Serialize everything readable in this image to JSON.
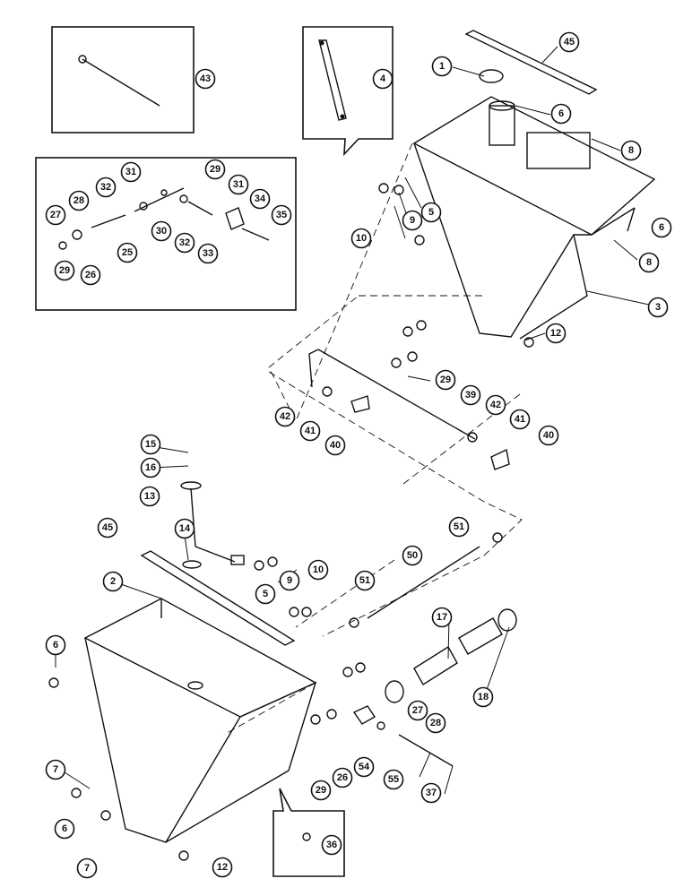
{
  "callouts": [
    {
      "id": "c1",
      "label": "1"
    },
    {
      "id": "c2",
      "label": "2"
    },
    {
      "id": "c3",
      "label": "3"
    },
    {
      "id": "c4",
      "label": "4"
    },
    {
      "id": "c5a",
      "label": "5"
    },
    {
      "id": "c5b",
      "label": "5"
    },
    {
      "id": "c6a",
      "label": "6"
    },
    {
      "id": "c6b",
      "label": "6"
    },
    {
      "id": "c6c",
      "label": "6"
    },
    {
      "id": "c6d",
      "label": "6"
    },
    {
      "id": "c7a",
      "label": "7"
    },
    {
      "id": "c7b",
      "label": "7"
    },
    {
      "id": "c8a",
      "label": "8"
    },
    {
      "id": "c8b",
      "label": "8"
    },
    {
      "id": "c9a",
      "label": "9"
    },
    {
      "id": "c9b",
      "label": "9"
    },
    {
      "id": "c10a",
      "label": "10"
    },
    {
      "id": "c10b",
      "label": "10"
    },
    {
      "id": "c12a",
      "label": "12"
    },
    {
      "id": "c12b",
      "label": "12"
    },
    {
      "id": "c13",
      "label": "13"
    },
    {
      "id": "c14",
      "label": "14"
    },
    {
      "id": "c15",
      "label": "15"
    },
    {
      "id": "c16",
      "label": "16"
    },
    {
      "id": "c17",
      "label": "17"
    },
    {
      "id": "c18",
      "label": "18"
    },
    {
      "id": "c25",
      "label": "25"
    },
    {
      "id": "c26a",
      "label": "26"
    },
    {
      "id": "c26b",
      "label": "26"
    },
    {
      "id": "c27a",
      "label": "27"
    },
    {
      "id": "c27b",
      "label": "27"
    },
    {
      "id": "c28a",
      "label": "28"
    },
    {
      "id": "c28b",
      "label": "28"
    },
    {
      "id": "c29a",
      "label": "29"
    },
    {
      "id": "c29b",
      "label": "29"
    },
    {
      "id": "c29c",
      "label": "29"
    },
    {
      "id": "c29d",
      "label": "29"
    },
    {
      "id": "c30",
      "label": "30"
    },
    {
      "id": "c31a",
      "label": "31"
    },
    {
      "id": "c31b",
      "label": "31"
    },
    {
      "id": "c32a",
      "label": "32"
    },
    {
      "id": "c32b",
      "label": "32"
    },
    {
      "id": "c33",
      "label": "33"
    },
    {
      "id": "c34",
      "label": "34"
    },
    {
      "id": "c35",
      "label": "35"
    },
    {
      "id": "c36",
      "label": "36"
    },
    {
      "id": "c37",
      "label": "37"
    },
    {
      "id": "c39",
      "label": "39"
    },
    {
      "id": "c40a",
      "label": "40"
    },
    {
      "id": "c40b",
      "label": "40"
    },
    {
      "id": "c41a",
      "label": "41"
    },
    {
      "id": "c41b",
      "label": "41"
    },
    {
      "id": "c42a",
      "label": "42"
    },
    {
      "id": "c42b",
      "label": "42"
    },
    {
      "id": "c43",
      "label": "43"
    },
    {
      "id": "c45a",
      "label": "45"
    },
    {
      "id": "c45b",
      "label": "45"
    },
    {
      "id": "c50",
      "label": "50"
    },
    {
      "id": "c51a",
      "label": "51"
    },
    {
      "id": "c51b",
      "label": "51"
    },
    {
      "id": "c54",
      "label": "54"
    },
    {
      "id": "c55",
      "label": "55"
    }
  ]
}
